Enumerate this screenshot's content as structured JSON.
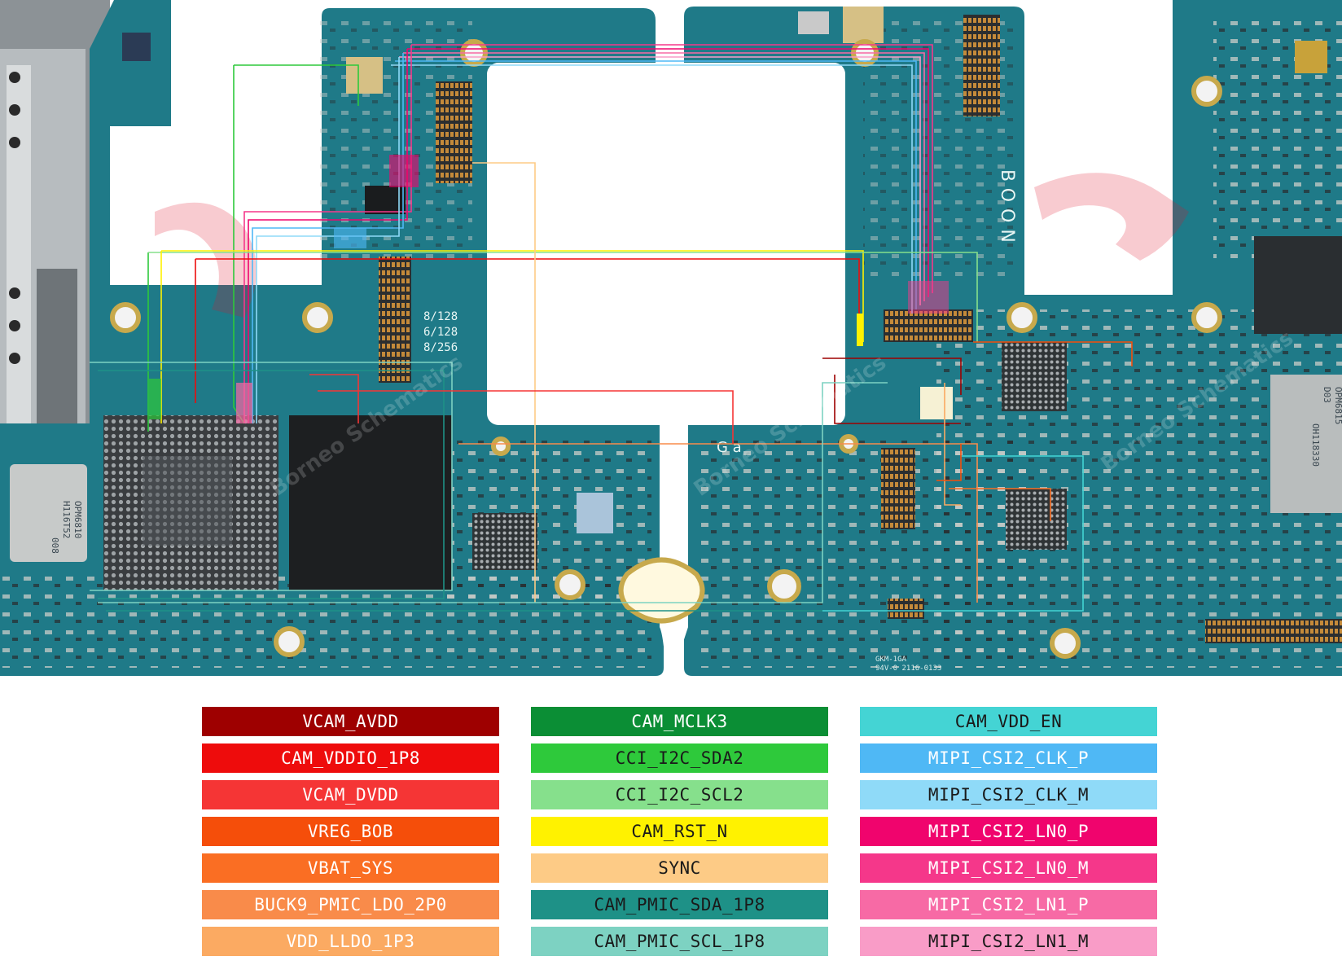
{
  "board": {
    "pcb_color": "#1f7a88",
    "silkscreen_left": [
      "8/128",
      "6/128",
      "8/256"
    ],
    "silkscreen_vertical": "BOON",
    "chip_markings": [
      [
        "OPM6810",
        "H116T52",
        "008"
      ],
      [
        "OPM6815",
        "D03",
        "OH118330"
      ]
    ],
    "footer_marking": [
      "GKM-1GA",
      "94V-0 2116-0133"
    ],
    "logo_letters": "G a",
    "watermark": "Borneo Schematics"
  },
  "legend": {
    "columns": [
      [
        {
          "label": "VCAM_AVDD",
          "color": "#9e0000",
          "text_color": "#ffffff"
        },
        {
          "label": "CAM_VDDIO_1P8",
          "color": "#ee0c0c",
          "text_color": "#ffffff"
        },
        {
          "label": "VCAM_DVDD",
          "color": "#f53535",
          "text_color": "#ffffff"
        },
        {
          "label": "VREG_BOB",
          "color": "#f54e0a",
          "text_color": "#ffffff"
        },
        {
          "label": "VBAT_SYS",
          "color": "#fa6e23",
          "text_color": "#ffffff"
        },
        {
          "label": "BUCK9_PMIC_LDO_2P0",
          "color": "#f98b4a",
          "text_color": "#ffffff"
        },
        {
          "label": "VDD_LLDO_1P3",
          "color": "#fbaa62",
          "text_color": "#ffffff"
        }
      ],
      [
        {
          "label": "CAM_MCLK3",
          "color": "#0b8e35",
          "text_color": "#ffffff"
        },
        {
          "label": "CCI_I2C_SDA2",
          "color": "#2ec93b",
          "text_color": "#1a1a1a"
        },
        {
          "label": "CCI_I2C_SCL2",
          "color": "#86e08c",
          "text_color": "#1a1a1a"
        },
        {
          "label": "CAM_RST_N",
          "color": "#fff200",
          "text_color": "#1a1a1a"
        },
        {
          "label": "SYNC",
          "color": "#fdcb86",
          "text_color": "#1a1a1a"
        },
        {
          "label": "CAM_PMIC_SDA_1P8",
          "color": "#1e9187",
          "text_color": "#1a1a1a"
        },
        {
          "label": "CAM_PMIC_SCL_1P8",
          "color": "#7dd2c2",
          "text_color": "#1a1a1a"
        }
      ],
      [
        {
          "label": "CAM_VDD_EN",
          "color": "#44d4d4",
          "text_color": "#1a1a1a"
        },
        {
          "label": "MIPI_CSI2_CLK_P",
          "color": "#4fb8f5",
          "text_color": "#ffffff"
        },
        {
          "label": "MIPI_CSI2_CLK_M",
          "color": "#8fdaf8",
          "text_color": "#1a1a1a"
        },
        {
          "label": "MIPI_CSI2_LN0_P",
          "color": "#f0046d",
          "text_color": "#ffffff"
        },
        {
          "label": "MIPI_CSI2_LN0_M",
          "color": "#f5378a",
          "text_color": "#ffffff"
        },
        {
          "label": "MIPI_CSI2_LN1_P",
          "color": "#f76aa5",
          "text_color": "#ffffff"
        },
        {
          "label": "MIPI_CSI2_LN1_M",
          "color": "#f99cc7",
          "text_color": "#1a1a1a"
        }
      ]
    ]
  }
}
